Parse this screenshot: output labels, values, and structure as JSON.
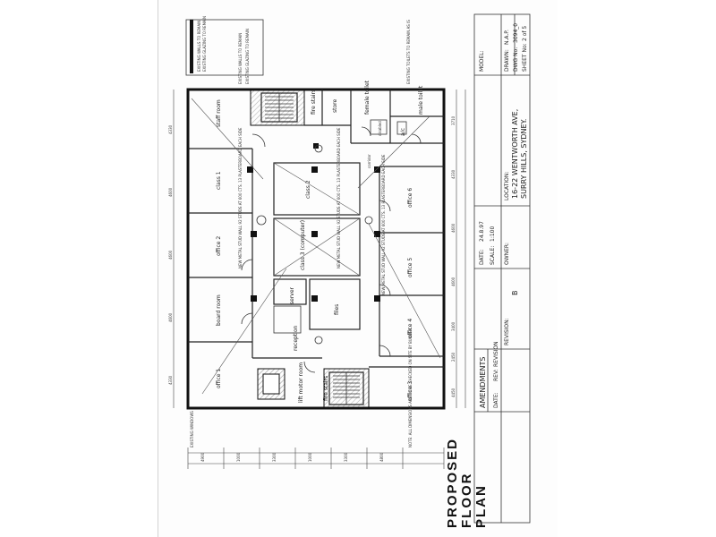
{
  "drawing_title": [
    "PROPOSED",
    "FLOOR",
    "PLAN"
  ],
  "rooms": {
    "staff_room": "staff room",
    "fire_stairs_top": "fire stairs",
    "store": "store",
    "female_toilet": "female toilet",
    "male_toilet": "male toilet",
    "accessible_wc": "a/c",
    "disabled": "disabled",
    "class_1": "class 1",
    "class_2": "class 2",
    "office_6": "office 6",
    "office_2": "office 2",
    "class_3": "class 3 (computer)",
    "office_5": "office 5",
    "board_room": "board room",
    "server": "server",
    "files": "files",
    "office_4": "office 4",
    "reception": "reception",
    "office_1": "office 1",
    "lift_motor_room": "lift motor room",
    "fire_stairs_bottom": "fire stairs",
    "office_3": "office 3",
    "corridor": "corridor"
  },
  "notes": {
    "existing_walls": "EXISTING WALLS TO REMAIN",
    "existing_glazing": "EXISTING GLAZING TO REMAIN",
    "existing_toilets": "EXISTING TOILETS TO REMAIN AS IS",
    "new_walls": "NEW METAL STUD WALL 92 STUDS AT 600 CTS. 13 PLASTERBOARD EACH SIDE",
    "existing_windows": "EXISTING WINDOWS",
    "general": "NOTE: ALL DIMENSIONS ARE TO BE CHECKED ON SITE BY BUILDER"
  },
  "title_block": {
    "model_label": "MODEL:",
    "drawn_label": "DRAWN:",
    "drawn": "N.A.P.",
    "dwg_no_label": "DWG No:",
    "dwg_no": "3094_0",
    "sheet_label": "SHEET No:",
    "sheet": "2 of 5",
    "location_label": "LOCATION:",
    "location_1": "16-22 WENTWORTH AVE,",
    "location_2": "SURRY HILLS, SYDNEY.",
    "owner_label": "OWNER:",
    "date_label": "DATE:",
    "date": "24.8.97",
    "scale_label": "SCALE:",
    "scale": "1:100",
    "revision_label": "REVISION:",
    "revision": "B",
    "amendments": "AMENDMENTS",
    "am_date": "DATE:",
    "am_rev": "REV:",
    "am_desc": "REVISION"
  },
  "dimensions": {
    "top": [
      "3710",
      "4330",
      "4600",
      "4600",
      "3400",
      "4440"
    ],
    "left": [
      "4330",
      "4600",
      "4600",
      "4600",
      "4330"
    ],
    "right": [
      "3710",
      "4330",
      "4600",
      "4600",
      "3400",
      "2450",
      "4450"
    ],
    "bottom": [
      "4900",
      "1000",
      "3300",
      "1000",
      "3300",
      "4800"
    ]
  }
}
